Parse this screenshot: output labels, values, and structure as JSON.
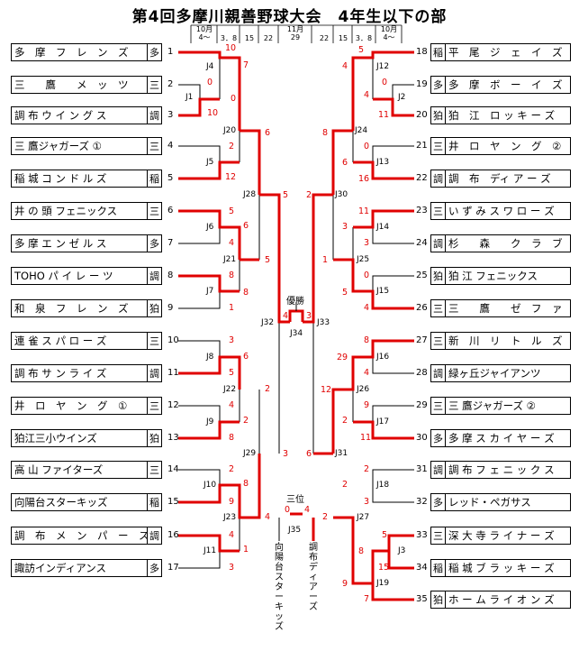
{
  "title": "第4回多摩川親善野球大会　4年生以下の部",
  "schedule": {
    "left": [
      "10月\n4〜",
      "3．8",
      "15",
      "22"
    ],
    "center": "11月\n29",
    "right": [
      "22",
      "15",
      "3．8",
      "10月\n4〜"
    ]
  },
  "teams_left": [
    {
      "seed": "1",
      "name": "多　摩　フ　レ　ン　ズ",
      "region": "多"
    },
    {
      "seed": "2",
      "name": "三　　鷹　　メ　ッ　ツ",
      "region": "三"
    },
    {
      "seed": "3",
      "name": "調 布 ウ イ ン グ ス",
      "region": "調"
    },
    {
      "seed": "4",
      "name": "三 鷹ジャガーズ ①",
      "region": "三"
    },
    {
      "seed": "5",
      "name": "稲 城 コ ン ド ル ズ",
      "region": "稲"
    },
    {
      "seed": "6",
      "name": "井 の 頭 フェニックス",
      "region": "三"
    },
    {
      "seed": "7",
      "name": "多 摩 エ ン ゼ ル ス",
      "region": "多"
    },
    {
      "seed": "8",
      "name": "TOHO パ イ レ ー ツ",
      "region": "調"
    },
    {
      "seed": "9",
      "name": "和　泉　フ　レ　ン　ズ",
      "region": "狛"
    },
    {
      "seed": "10",
      "name": "連 雀 ス パ ロ ー ズ",
      "region": "三"
    },
    {
      "seed": "11",
      "name": "調 布 サ ン ラ イ ズ",
      "region": "調"
    },
    {
      "seed": "12",
      "name": "井　ロ　ヤ　ン　グ　①",
      "region": "三"
    },
    {
      "seed": "13",
      "name": "狛江三小ウインズ",
      "region": "狛"
    },
    {
      "seed": "14",
      "name": "高 山 ファイターズ",
      "region": "三"
    },
    {
      "seed": "15",
      "name": "向陽台スターキッズ",
      "region": "稲"
    },
    {
      "seed": "16",
      "name": "調　布　メ　ン　パ　ー　ス",
      "region": "調"
    },
    {
      "seed": "17",
      "name": "諏訪インディアンス",
      "region": "多"
    }
  ],
  "teams_right": [
    {
      "seed": "18",
      "name": "平　尾　ジ　ェ　イ　ズ",
      "region": "稲"
    },
    {
      "seed": "19",
      "name": "多　摩　ボ　ー　イ　ズ",
      "region": "多"
    },
    {
      "seed": "20",
      "name": "狛　江　ロ ッ キ ー ズ",
      "region": "狛"
    },
    {
      "seed": "21",
      "name": "井　ロ　ヤ　ン　グ　②",
      "region": "三"
    },
    {
      "seed": "22",
      "name": "調　布　ディ ア ー ズ",
      "region": "調"
    },
    {
      "seed": "23",
      "name": "い ず み ス ワ ロ ー ズ",
      "region": "三"
    },
    {
      "seed": "24",
      "name": "杉　　森　　ク　ラ　ブ",
      "region": "調"
    },
    {
      "seed": "25",
      "name": "狛 江 フェニックス",
      "region": "狛"
    },
    {
      "seed": "26",
      "name": "三　　鷹　　ゼ　フ　ァ　ー",
      "region": "三"
    },
    {
      "seed": "27",
      "name": "新　川　リ　ト　ル　ズ",
      "region": "三"
    },
    {
      "seed": "28",
      "name": "緑ヶ丘ジャイアンツ",
      "region": "調"
    },
    {
      "seed": "29",
      "name": "三 鷹ジャガーズ ②",
      "region": "三"
    },
    {
      "seed": "30",
      "name": "多 摩 ス カ イ ヤ ー ズ",
      "region": "多"
    },
    {
      "seed": "31",
      "name": "調 布 フ ェ ニ ッ ク ス",
      "region": "調"
    },
    {
      "seed": "32",
      "name": "レッド・ペガサス",
      "region": "多"
    },
    {
      "seed": "33",
      "name": "深 大 寺 ラ イ ナ ー ズ",
      "region": "三"
    },
    {
      "seed": "34",
      "name": "稲 城 ブ ラ ッ キ ー ズ",
      "region": "稲"
    },
    {
      "seed": "35",
      "name": "ホ ー ム ラ イ オ ン ズ",
      "region": "狛"
    }
  ],
  "labels": {
    "champion": "優勝",
    "third": "三位",
    "third_left_team": "向陽台スターキッズ",
    "third_right_team": "調布ディアーズ"
  }
}
